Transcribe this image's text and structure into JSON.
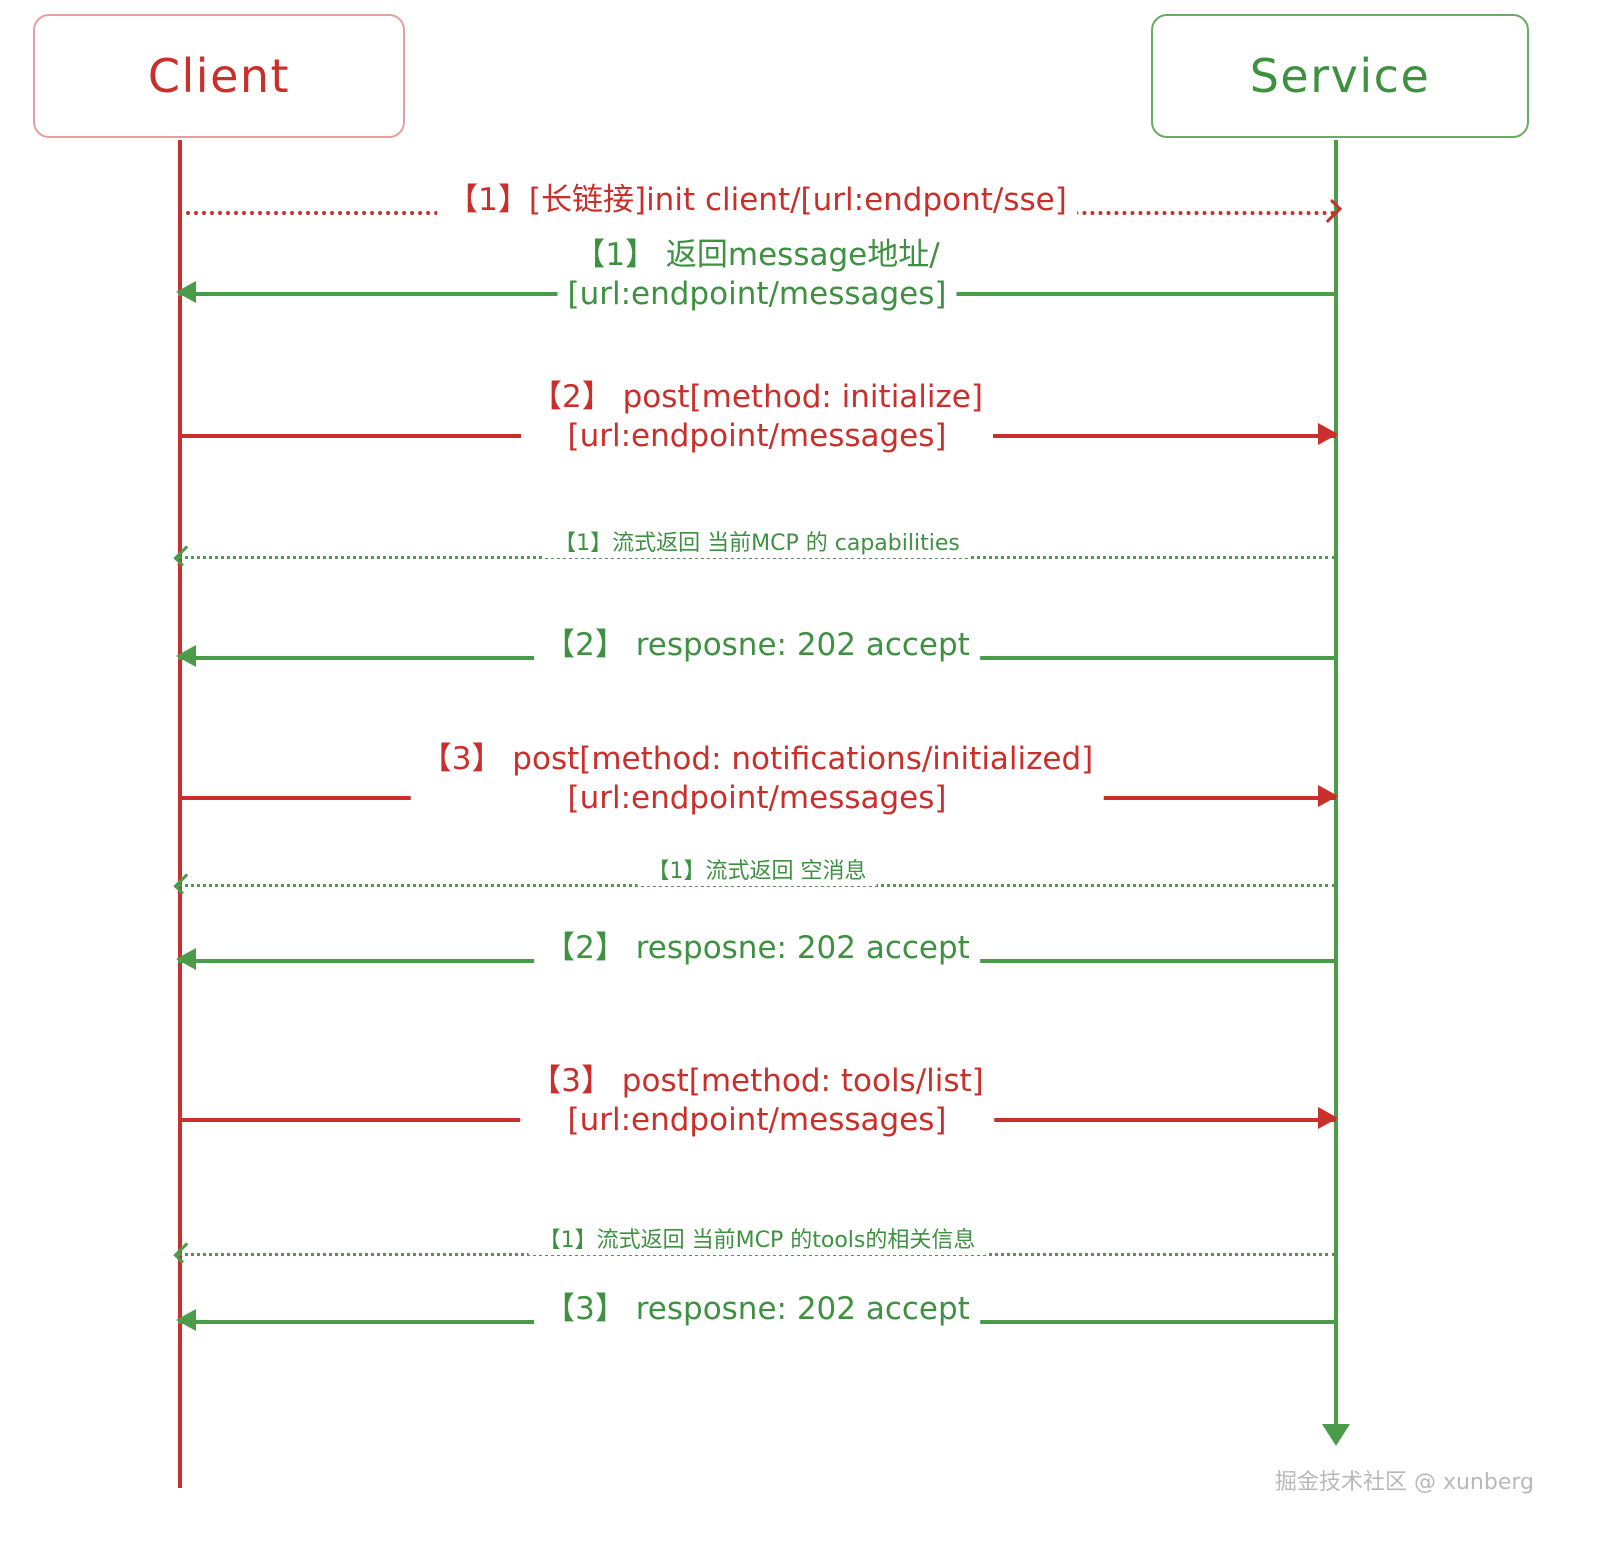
{
  "diagram": {
    "type": "sequence-diagram",
    "colors": {
      "client_accent": "#c9302c",
      "service_accent": "#3f9142",
      "client_border": "#e3a0a0",
      "service_border": "#6aab63",
      "watermark": "#b9b9b9",
      "background": "#ffffff"
    },
    "actors": [
      {
        "id": "client",
        "label": "Client"
      },
      {
        "id": "service",
        "label": "Service"
      }
    ],
    "messages": [
      {
        "index": 1,
        "seq": "【1】",
        "text": "[长链接]init client/[url:endpont/sse]",
        "lines": [
          "【1】[长链接]init client/[url:endpont/sse]"
        ],
        "from": "client",
        "to": "service",
        "direction": "right",
        "style": "dotted",
        "color": "#c9302c"
      },
      {
        "index": 2,
        "seq": "【1】",
        "text": "返回message地址/ [url:endpoint/messages]",
        "lines": [
          "【1】 返回message地址/",
          "[url:endpoint/messages]"
        ],
        "from": "service",
        "to": "client",
        "direction": "left",
        "style": "solid",
        "color": "#3f9142"
      },
      {
        "index": 3,
        "seq": "【2】",
        "text": "post[method: initialize] [url:endpoint/messages]",
        "lines": [
          "【2】 post[method: initialize]",
          "[url:endpoint/messages]"
        ],
        "from": "client",
        "to": "service",
        "direction": "right",
        "style": "solid",
        "color": "#c9302c"
      },
      {
        "index": 4,
        "seq": "【1】",
        "text": "流式返回 当前MCP 的 capabilities",
        "lines": [
          "【1】流式返回 当前MCP 的 capabilities"
        ],
        "from": "service",
        "to": "client",
        "direction": "left",
        "style": "dotted",
        "color": "#3f9142"
      },
      {
        "index": 5,
        "seq": "【2】",
        "text": "resposne: 202 accept",
        "lines": [
          "【2】 resposne: 202 accept"
        ],
        "from": "service",
        "to": "client",
        "direction": "left",
        "style": "solid",
        "color": "#3f9142"
      },
      {
        "index": 6,
        "seq": "【3】",
        "text": "post[method: notifications/initialized] [url:endpoint/messages]",
        "lines": [
          "【3】 post[method: notifications/initialized]",
          "[url:endpoint/messages]"
        ],
        "from": "client",
        "to": "service",
        "direction": "right",
        "style": "solid",
        "color": "#c9302c"
      },
      {
        "index": 7,
        "seq": "【1】",
        "text": "流式返回 空消息",
        "lines": [
          "【1】流式返回 空消息"
        ],
        "from": "service",
        "to": "client",
        "direction": "left",
        "style": "dotted",
        "color": "#3f9142"
      },
      {
        "index": 8,
        "seq": "【2】",
        "text": "resposne: 202 accept",
        "lines": [
          "【2】 resposne: 202 accept"
        ],
        "from": "service",
        "to": "client",
        "direction": "left",
        "style": "solid",
        "color": "#3f9142"
      },
      {
        "index": 9,
        "seq": "【3】",
        "text": "post[method: tools/list] [url:endpoint/messages]",
        "lines": [
          "【3】 post[method: tools/list]",
          "[url:endpoint/messages]"
        ],
        "from": "client",
        "to": "service",
        "direction": "right",
        "style": "solid",
        "color": "#c9302c"
      },
      {
        "index": 10,
        "seq": "【1】",
        "text": "流式返回 当前MCP 的tools的相关信息",
        "lines": [
          "【1】流式返回 当前MCP 的tools的相关信息"
        ],
        "from": "service",
        "to": "client",
        "direction": "left",
        "style": "dotted",
        "color": "#3f9142"
      },
      {
        "index": 11,
        "seq": "【3】",
        "text": "resposne: 202 accept",
        "lines": [
          "【3】 resposne: 202 accept"
        ],
        "from": "service",
        "to": "client",
        "direction": "left",
        "style": "solid",
        "color": "#3f9142"
      }
    ],
    "watermark": "掘金技术社区 @ xunberg"
  }
}
